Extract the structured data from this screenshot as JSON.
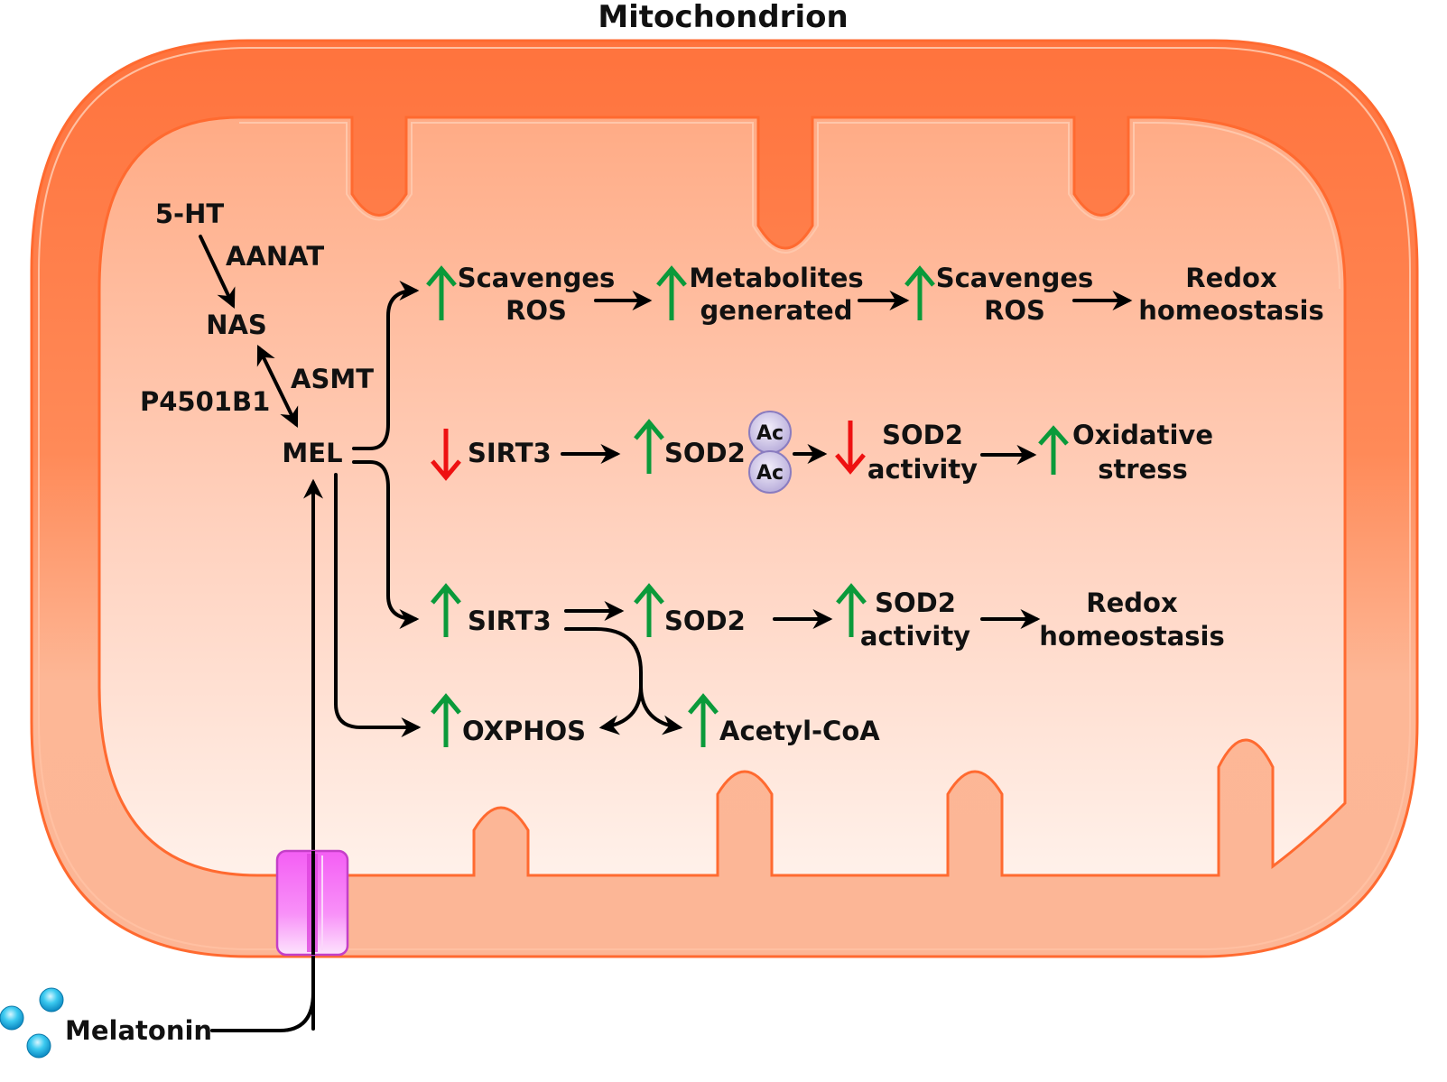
{
  "title": "Mitochondrion",
  "colors": {
    "outer_membrane": "#ff7540",
    "intermembrane_edge": "#ffb08a",
    "matrix_top": "#ffae8a",
    "matrix_bottom": "#fff0e8",
    "lower_membrane": "#fdb898",
    "transporter": "#ee55ee",
    "up_arrow": "#0a9a3a",
    "down_arrow": "#ee1111",
    "acetyl_badge": "#c9c0e6",
    "melatonin_molecule": "#22b8e8"
  },
  "synthesis": {
    "substrate": "5-HT",
    "enzyme1": "AANAT",
    "intermediate": "NAS",
    "enzyme2": "ASMT",
    "enzyme_reverse": "P4501B1",
    "product": "MEL"
  },
  "external": {
    "label": "Melatonin",
    "molecule_count": 3
  },
  "pathway_rows": [
    {
      "id": "ros",
      "steps": [
        {
          "change": "up",
          "lines": [
            "Scavenges",
            "ROS"
          ]
        },
        {
          "change": "up",
          "lines": [
            "Metabolites",
            "generated"
          ]
        },
        {
          "change": "up",
          "lines": [
            "Scavenges",
            "ROS"
          ]
        },
        {
          "change": "none",
          "lines": [
            "Redox",
            "homeostasis"
          ]
        }
      ]
    },
    {
      "id": "sirt3-down",
      "steps": [
        {
          "change": "down",
          "lines": [
            "SIRT3"
          ]
        },
        {
          "change": "up",
          "lines": [
            "SOD2"
          ],
          "acetyl": [
            "Ac",
            "Ac"
          ]
        },
        {
          "change": "down",
          "lines": [
            "SOD2",
            "activity"
          ]
        },
        {
          "change": "up",
          "lines": [
            "Oxidative",
            "stress"
          ]
        }
      ]
    },
    {
      "id": "sirt3-up",
      "steps": [
        {
          "change": "up",
          "lines": [
            "SIRT3"
          ]
        },
        {
          "change": "up",
          "lines": [
            "SOD2"
          ]
        },
        {
          "change": "up",
          "lines": [
            "SOD2",
            "activity"
          ]
        },
        {
          "change": "none",
          "lines": [
            "Redox",
            "homeostasis"
          ]
        }
      ]
    },
    {
      "id": "metabolism",
      "steps": [
        {
          "change": "up",
          "lines": [
            "OXPHOS"
          ]
        },
        {
          "change": "up",
          "lines": [
            "Acetyl-CoA"
          ]
        }
      ]
    }
  ]
}
